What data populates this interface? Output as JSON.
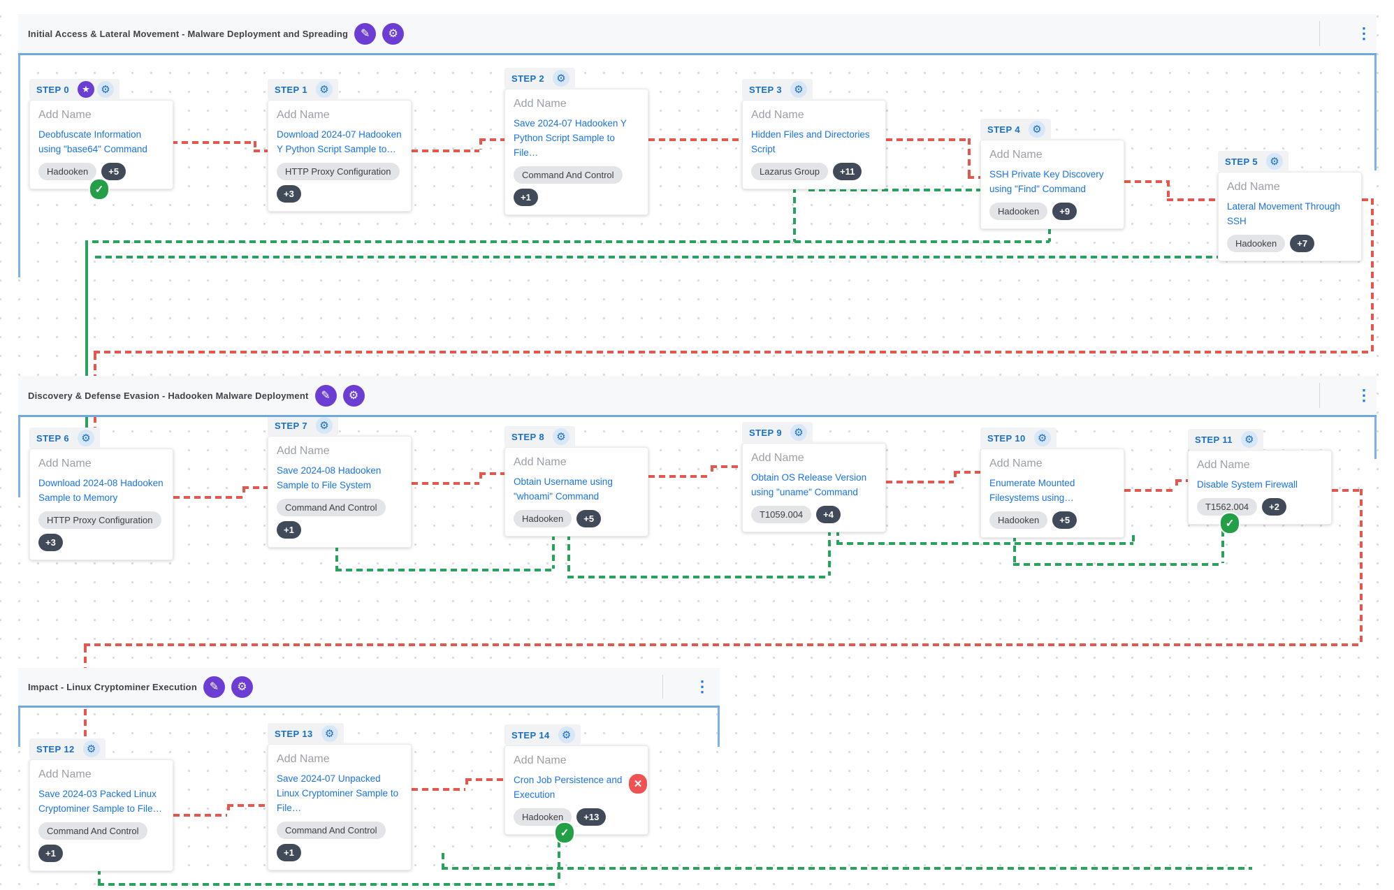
{
  "icons": {
    "check": "✓",
    "cross": "✕",
    "gear": "⚙",
    "star": "★",
    "pencil": "✎",
    "magic_gear": "⚙",
    "kebab": "⋮"
  },
  "colors": {
    "accent_blue": "#1a73e8",
    "step_blue": "#1a6fc4",
    "purple": "#6c3dd2",
    "red_path": "#e4574c",
    "green_path": "#28a25c",
    "success": "#23a047",
    "fail": "#ee5253",
    "section_border": "#6fa8e0"
  },
  "sections": [
    {
      "title": "Initial Access & Lateral Movement - Malware Deployment and Spreading"
    },
    {
      "title": "Discovery & Defense Evasion - Hadooken Malware Deployment"
    },
    {
      "title": "Impact - Linux Cryptominer Execution"
    }
  ],
  "steps": [
    {
      "label": "STEP 0",
      "name_placeholder": "Add Name",
      "title": "Deobfuscate Information using \"base64\" Command",
      "tag_rows": [
        [
          {
            "text": "Hadooken"
          },
          {
            "text": "+5"
          }
        ]
      ]
    },
    {
      "label": "STEP 1",
      "name_placeholder": "Add Name",
      "title": "Download 2024-07 Hadooken Y Python Script Sample to…",
      "tag_rows": [
        [
          {
            "text": "HTTP Proxy Configuration"
          }
        ],
        [
          {
            "text": "+3"
          }
        ]
      ]
    },
    {
      "label": "STEP 2",
      "name_placeholder": "Add Name",
      "title": "Save 2024-07 Hadooken Y Python Script Sample to File…",
      "tag_rows": [
        [
          {
            "text": "Command And Control"
          }
        ],
        [
          {
            "text": "+1"
          }
        ]
      ]
    },
    {
      "label": "STEP 3",
      "name_placeholder": "Add Name",
      "title": "Hidden Files and Directories Script",
      "tag_rows": [
        [
          {
            "text": "Lazarus Group"
          },
          {
            "text": "+11"
          }
        ]
      ]
    },
    {
      "label": "STEP 4",
      "name_placeholder": "Add Name",
      "title": "SSH Private Key Discovery using \"Find\" Command",
      "tag_rows": [
        [
          {
            "text": "Hadooken"
          },
          {
            "text": "+9"
          }
        ]
      ]
    },
    {
      "label": "STEP 5",
      "name_placeholder": "Add Name",
      "title": "Lateral Movement Through SSH",
      "tag_rows": [
        [
          {
            "text": "Hadooken"
          },
          {
            "text": "+7"
          }
        ]
      ]
    },
    {
      "label": "STEP 6",
      "name_placeholder": "Add Name",
      "title": "Download 2024-08 Hadooken Sample to Memory",
      "tag_rows": [
        [
          {
            "text": "HTTP Proxy Configuration"
          }
        ],
        [
          {
            "text": "+3"
          }
        ]
      ]
    },
    {
      "label": "STEP 7",
      "name_placeholder": "Add Name",
      "title": "Save 2024-08 Hadooken Sample to File System",
      "tag_rows": [
        [
          {
            "text": "Command And Control"
          }
        ],
        [
          {
            "text": "+1"
          }
        ]
      ]
    },
    {
      "label": "STEP 8",
      "name_placeholder": "Add Name",
      "title": "Obtain Username using \"whoami\" Command",
      "tag_rows": [
        [
          {
            "text": "Hadooken"
          },
          {
            "text": "+5"
          }
        ]
      ]
    },
    {
      "label": "STEP 9",
      "name_placeholder": "Add Name",
      "title": "Obtain OS Release Version using \"uname\" Command",
      "tag_rows": [
        [
          {
            "text": "T1059.004"
          },
          {
            "text": "+4"
          }
        ]
      ]
    },
    {
      "label": "STEP 10",
      "name_placeholder": "Add Name",
      "title": "Enumerate Mounted Filesystems using…",
      "tag_rows": [
        [
          {
            "text": "Hadooken"
          },
          {
            "text": "+5"
          }
        ]
      ]
    },
    {
      "label": "STEP 11",
      "name_placeholder": "Add Name",
      "title": "Disable System Firewall",
      "tag_rows": [
        [
          {
            "text": "T1562.004"
          },
          {
            "text": "+2"
          }
        ]
      ]
    },
    {
      "label": "STEP 12",
      "name_placeholder": "Add Name",
      "title": "Save 2024-03 Packed Linux Cryptominer Sample to File…",
      "tag_rows": [
        [
          {
            "text": "Command And Control"
          }
        ],
        [
          {
            "text": "+1"
          }
        ]
      ]
    },
    {
      "label": "STEP 13",
      "name_placeholder": "Add Name",
      "title": "Save 2024-07 Unpacked Linux Cryptominer Sample to File…",
      "tag_rows": [
        [
          {
            "text": "Command And Control"
          }
        ],
        [
          {
            "text": "+1"
          }
        ]
      ]
    },
    {
      "label": "STEP 14",
      "name_placeholder": "Add Name",
      "title": "Cron Job Persistence and Execution",
      "tag_rows": [
        [
          {
            "text": "Hadooken"
          },
          {
            "text": "+13"
          }
        ]
      ]
    }
  ]
}
